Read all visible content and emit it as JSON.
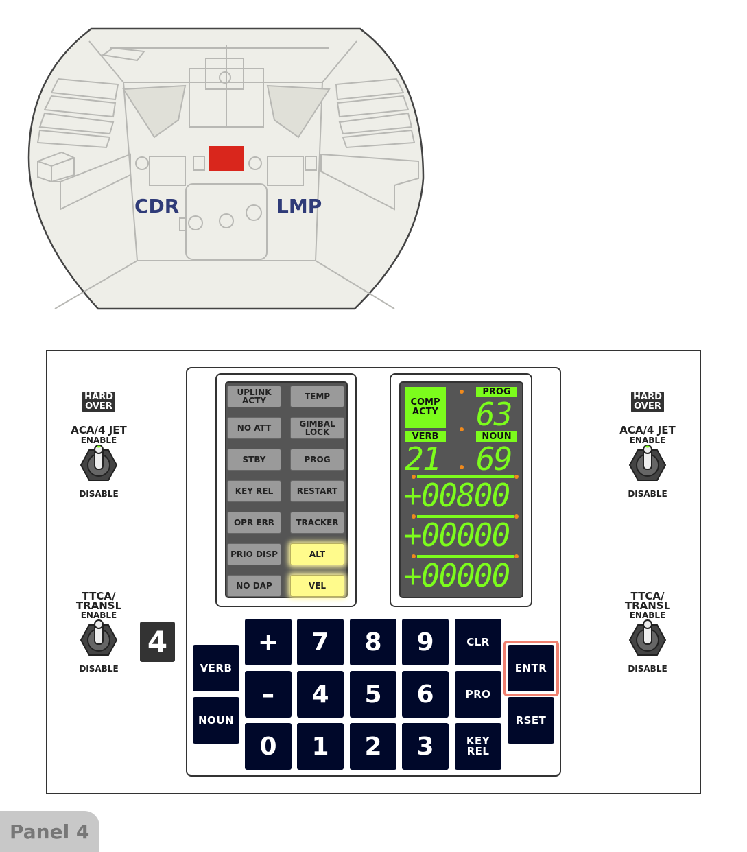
{
  "cockpit": {
    "cdr": "CDR",
    "lmp": "LMP"
  },
  "panel_number": "4",
  "panel_tab": "Panel 4",
  "left_switches": [
    {
      "badge": "HARD OVER",
      "title": "ACA/4 JET",
      "top": "ENABLE",
      "bottom": "DISABLE"
    },
    {
      "title": "TTCA/ TRANSL",
      "top": "ENABLE",
      "bottom": "DISABLE"
    }
  ],
  "right_switches": [
    {
      "badge": "HARD OVER",
      "title": "ACA/4 JET",
      "top": "ENABLE",
      "bottom": "DISABLE"
    },
    {
      "title": "TTCA/ TRANSL",
      "top": "ENABLE",
      "bottom": "DISABLE"
    }
  ],
  "status_lights": [
    {
      "label": "UPLINK ACTY",
      "on": false
    },
    {
      "label": "TEMP",
      "on": false
    },
    {
      "label": "NO ATT",
      "on": false
    },
    {
      "label": "GIMBAL LOCK",
      "on": false
    },
    {
      "label": "STBY",
      "on": false
    },
    {
      "label": "PROG",
      "on": false
    },
    {
      "label": "KEY REL",
      "on": false
    },
    {
      "label": "RESTART",
      "on": false
    },
    {
      "label": "OPR ERR",
      "on": false
    },
    {
      "label": "TRACKER",
      "on": false
    },
    {
      "label": "PRIO DISP",
      "on": false
    },
    {
      "label": "ALT",
      "on": true
    },
    {
      "label": "NO DAP",
      "on": false
    },
    {
      "label": "VEL",
      "on": true
    }
  ],
  "display": {
    "comp_acty": "COMP ACTY",
    "prog_label": "PROG",
    "verb_label": "VERB",
    "noun_label": "NOUN",
    "prog": "63",
    "verb": "21",
    "noun": "69",
    "r1": "+00800",
    "r2": "+00000",
    "r3": "+00000",
    "segment_color": "#7cfc1c"
  },
  "keypad": {
    "verb": "VERB",
    "noun": "NOUN",
    "plus": "+",
    "minus": "–",
    "zero": "0",
    "k7": "7",
    "k8": "8",
    "k9": "9",
    "k4": "4",
    "k5": "5",
    "k6": "6",
    "k1": "1",
    "k2": "2",
    "k3": "3",
    "clr": "CLR",
    "pro": "PRO",
    "key_rel": "KEY REL",
    "entr": "ENTR",
    "rset": "RSET",
    "highlight_color": "#f08070"
  }
}
